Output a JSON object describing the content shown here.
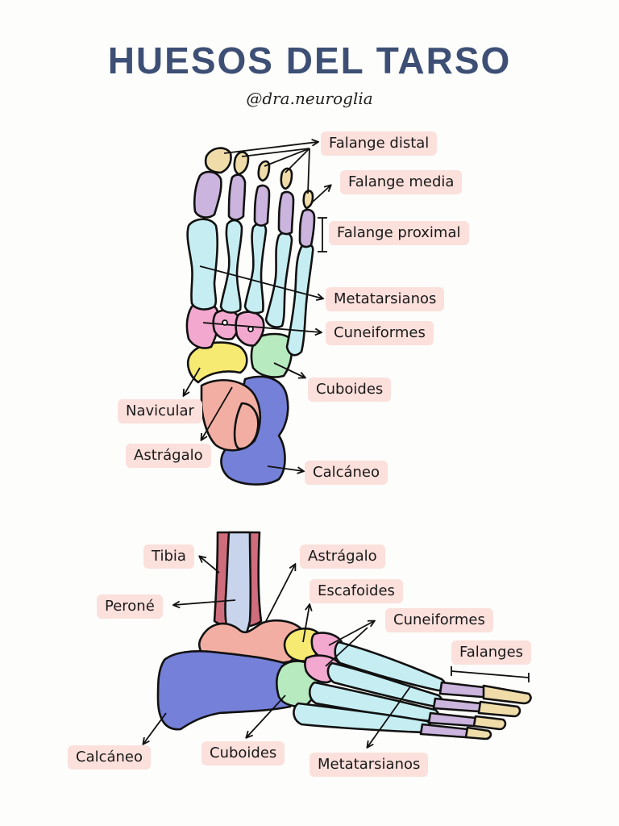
{
  "header": {
    "title": "HUESOS DEL TARSO",
    "handle": "@dra.neuroglia"
  },
  "top_view": {
    "labels": {
      "falange_distal": "Falange distal",
      "falange_media": "Falange media",
      "falange_proximal": "Falange proximal",
      "metatarsianos": "Metatarsianos",
      "cuneiformes": "Cuneiformes",
      "cuboides": "Cuboides",
      "navicular": "Navicular",
      "astragalo": "Astrágalo",
      "calcaneo": "Calcáneo"
    }
  },
  "side_view": {
    "labels": {
      "tibia": "Tibia",
      "perone": "Peroné",
      "astragalo": "Astrágalo",
      "escafoides": "Escafoides",
      "cuneiformes": "Cuneiformes",
      "falanges": "Falanges",
      "calcaneo": "Calcáneo",
      "cuboides": "Cuboides",
      "metatarsianos": "Metatarsianos"
    }
  },
  "colors": {
    "title": "#3d4f75",
    "label_bg": "#fbe0dc",
    "distal_phalanx": "#efdca9",
    "middle_phalanx": "#cbb4dd",
    "metatarsal": "#c6eef2",
    "cuneiform": "#f3a9cf",
    "cuboid": "#b7eabf",
    "navicular": "#f7ea73",
    "talus": "#f2aea3",
    "calcaneus": "#7580d9",
    "tibia": "#c8d3ec",
    "fibula": "#d06d7c"
  }
}
